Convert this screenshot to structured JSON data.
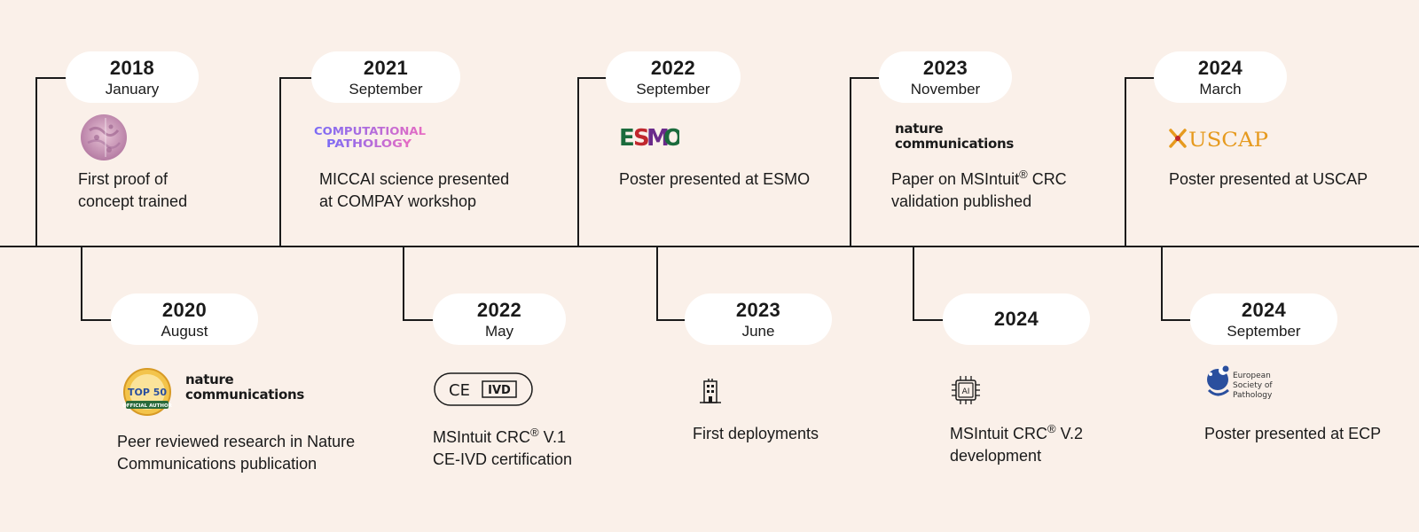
{
  "milestones": [
    {
      "year": "2018",
      "month": "January",
      "desc": [
        "First proof of",
        "concept trained"
      ],
      "logo": "tissue-sample-icon"
    },
    {
      "year": "2021",
      "month": "September",
      "desc": [
        "MICCAI science presented",
        "at COMPAY workshop"
      ],
      "logo": "computational-pathology-logo",
      "logo_text": [
        "COMPUTATIONAL",
        "PATHOLOGY"
      ]
    },
    {
      "year": "2022",
      "month": "September",
      "desc": [
        "Poster presented at ESMO"
      ],
      "logo": "esmo-logo",
      "logo_text": [
        "E",
        "S",
        "M",
        "O"
      ]
    },
    {
      "year": "2023",
      "month": "November",
      "desc": [
        "Paper on MSIntuit",
        "®",
        " CRC",
        "validation published"
      ],
      "logo": "nature-communications-logo",
      "logo_text": [
        "nature",
        "communications"
      ]
    },
    {
      "year": "2024",
      "month": "March",
      "desc": [
        "Poster presented at USCAP"
      ],
      "logo": "uscap-logo",
      "logo_text": "USCAP"
    },
    {
      "year": "2020",
      "month": "August",
      "desc": [
        "Peer reviewed research in Nature",
        "Communications publication"
      ],
      "logo": "top50-badge-and-nature-communications-logo",
      "logo_text": [
        "TOP 50",
        "OFFICIAL AUTHOR",
        "nature",
        "communications"
      ]
    },
    {
      "year": "2022",
      "month": "May",
      "desc": [
        "MSIntuit CRC",
        "®",
        " V.1",
        "CE-IVD certification"
      ],
      "logo": "ce-ivd-badge",
      "logo_text": [
        "CE",
        "IVD"
      ]
    },
    {
      "year": "2023",
      "month": "June",
      "desc": [
        "First deployments"
      ],
      "logo": "building-icon"
    },
    {
      "year": "2024",
      "month": "",
      "desc": [
        "MSIntuit CRC",
        "®",
        " V.2",
        "development"
      ],
      "logo": "ai-chip-icon",
      "logo_text": "AI"
    },
    {
      "year": "2024",
      "month": "September",
      "desc": [
        "Poster presented at ECP"
      ],
      "logo": "european-society-of-pathology-logo",
      "logo_text": [
        "European",
        "Society of",
        "Pathology"
      ]
    }
  ],
  "colors": {
    "background": "#faf0e9",
    "pill": "#ffffff",
    "line": "#1a1a1a",
    "esmo_green": "#1a6b3c",
    "esmo_red": "#c0272d",
    "esmo_purple": "#6a2a8a",
    "compath_gradient": [
      "#7b6cf6",
      "#e86cc2"
    ],
    "uscap_orange": "#e69a1e",
    "esp_blue": "#2a4f9e"
  }
}
